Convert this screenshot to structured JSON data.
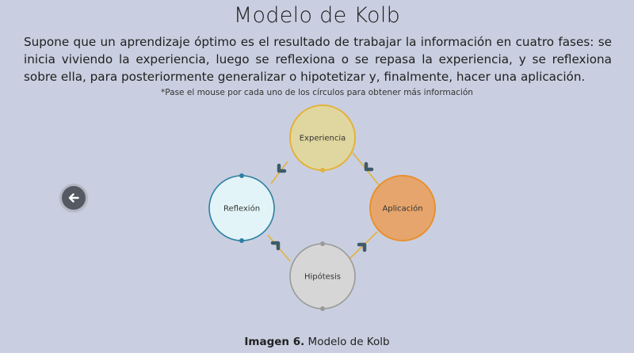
{
  "page": {
    "title": "Modelo de Kolb",
    "intro": "Supone que un aprendizaje óptimo es el resultado de trabajar la información en cuatro fases: se inicia viviendo la experiencia, luego se reflexiona o se repasa la experiencia, y se reflexiona sobre ella, para posteriormente generalizar o hipotetizar y, finalmente, hacer una aplicación.",
    "hint": "*Pase el mouse por cada uno de los círculos para obtener más información"
  },
  "navigation": {
    "back_icon": "arrow-left-icon"
  },
  "diagram": {
    "nodes": {
      "experiencia": {
        "label": "Experiencia",
        "fill": "#e0d7a0",
        "stroke": "#e3b23c"
      },
      "reflexion": {
        "label": "Reflexión",
        "fill": "#e2f4f7",
        "stroke": "#2d7fa2"
      },
      "aplicacion": {
        "label": "Aplicación",
        "fill": "#e6a56c",
        "stroke": "#e8902f"
      },
      "hipotesis": {
        "label": "Hipótesis",
        "fill": "#d6d6d6",
        "stroke": "#9a9a9a"
      }
    },
    "connector_color": "#e3b23c",
    "arrow_color": "#3e5a6b"
  },
  "caption": {
    "bold": "Imagen 6.",
    "text": " Modelo de Kolb"
  }
}
